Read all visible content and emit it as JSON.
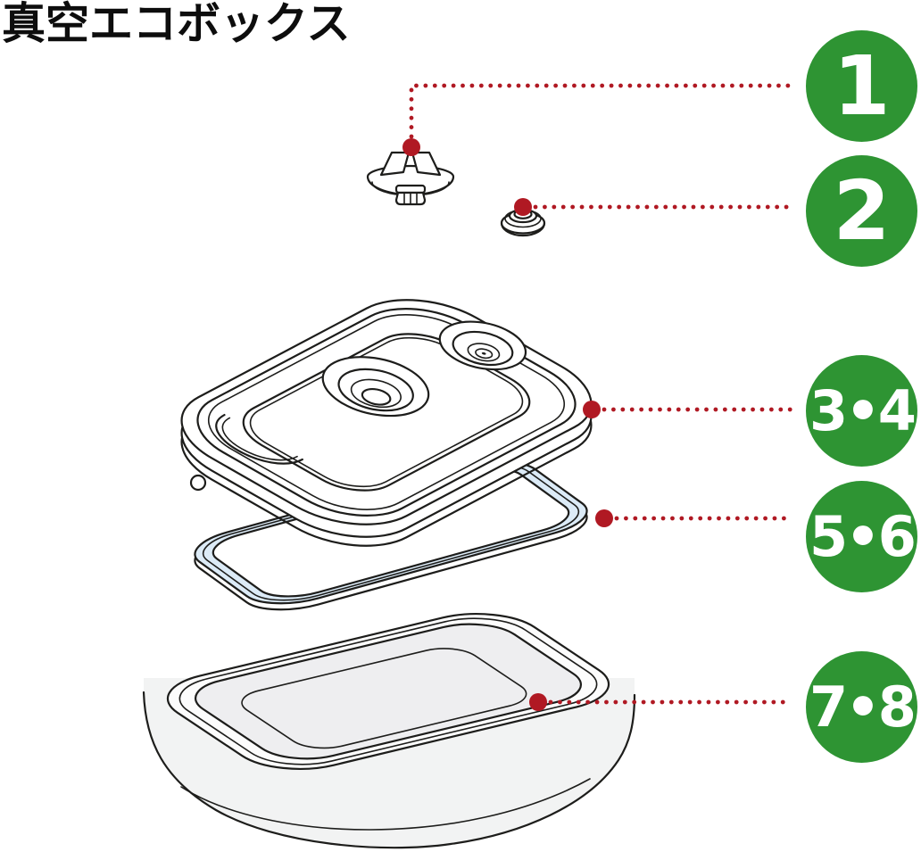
{
  "title": "真空エコボックス",
  "legend": [
    {
      "label": "1"
    },
    {
      "label": "2"
    },
    {
      "label": "3•4"
    },
    {
      "label": "5•6"
    },
    {
      "label": "7•8"
    }
  ],
  "colors": {
    "green": "#2e9433",
    "red": "#b01923",
    "line": "#1d1d1b",
    "gasket": "#dcebf7",
    "body": "#f2f3f3",
    "paper": "#ffffff"
  }
}
